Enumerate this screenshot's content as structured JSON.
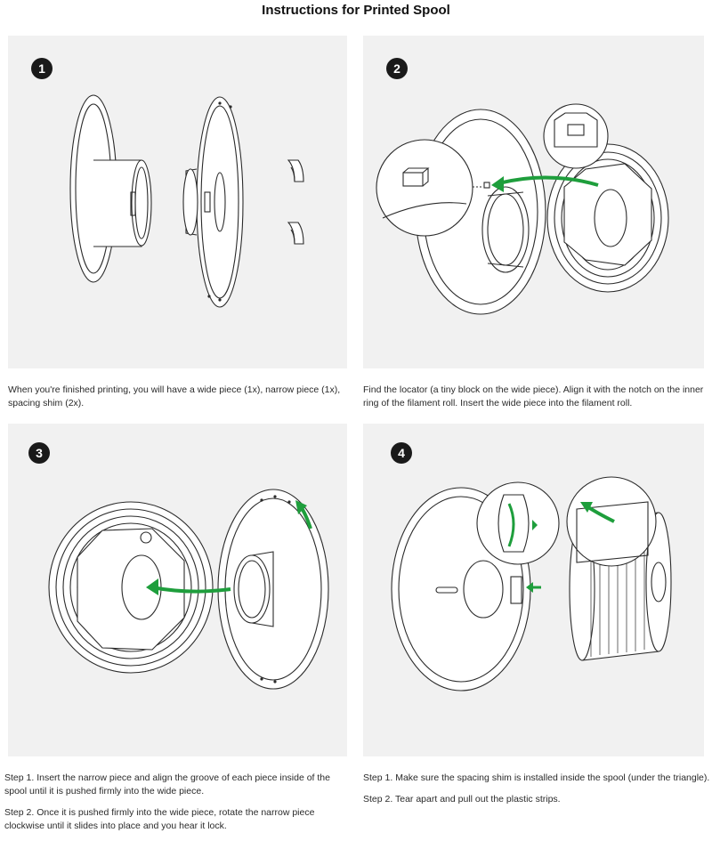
{
  "page": {
    "title": "Instructions for Printed Spool"
  },
  "panels": [
    {
      "step": "1",
      "captions": [
        "When you're finished printing, you will have a wide piece (1x), narrow piece (1x), spacing shim (2x)."
      ]
    },
    {
      "step": "2",
      "captions": [
        "Find the locator (a tiny block on the wide piece). Align it with the notch on the inner ring of the filament roll. Insert the wide piece into the filament roll."
      ]
    },
    {
      "step": "3",
      "captions": [
        "Step 1. Insert the narrow piece and align the groove of each piece inside of the spool until it is pushed firmly into the wide piece.",
        "Step 2. Once it is pushed firmly into the wide piece, rotate the narrow piece clockwise until it slides into place and you hear it lock."
      ]
    },
    {
      "step": "4",
      "captions": [
        "Step 1. Make sure the spacing shim is installed inside the spool (under the triangle).",
        "Step 2. Tear apart and pull out the plastic strips."
      ]
    }
  ],
  "colors": {
    "panel_bg": "#f1f1f1",
    "arrow_green": "#1e9e3c",
    "badge": "#1a1a1a",
    "line": "#2b2b2b"
  }
}
